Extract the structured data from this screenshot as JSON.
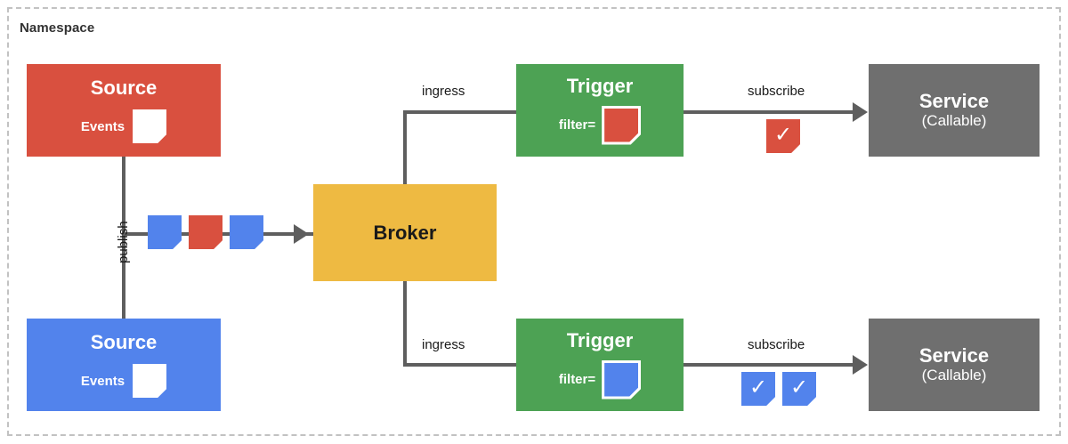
{
  "namespace": {
    "label": "Namespace"
  },
  "colors": {
    "red": "#d9503f",
    "blue": "#5283ec",
    "green": "#4da254",
    "yellow": "#eeba42",
    "gray": "#6f6f6f",
    "line": "#5e5e5e",
    "dashed_border": "#c2c2c2",
    "background": "#ffffff"
  },
  "nodes": {
    "source_red": {
      "title": "Source",
      "events_label": "Events",
      "event_glyph": "event-document-white"
    },
    "source_blue": {
      "title": "Source",
      "events_label": "Events",
      "event_glyph": "event-document-white"
    },
    "broker": {
      "title": "Broker"
    },
    "trigger_top": {
      "title": "Trigger",
      "filter_label": "filter=",
      "filter_glyph": "event-document-red"
    },
    "trigger_bottom": {
      "title": "Trigger",
      "filter_label": "filter=",
      "filter_glyph": "event-document-blue"
    },
    "service_top": {
      "title": "Service",
      "subtitle": "(Callable)"
    },
    "service_bottom": {
      "title": "Service",
      "subtitle": "(Callable)"
    }
  },
  "edges": {
    "publish": {
      "label": "publish"
    },
    "ingress_top": {
      "label": "ingress"
    },
    "ingress_bottom": {
      "label": "ingress"
    },
    "subscribe_top": {
      "label": "subscribe"
    },
    "subscribe_bottom": {
      "label": "subscribe"
    }
  },
  "stream": {
    "events": [
      {
        "glyph": "event-document-blue",
        "color": "#5283ec"
      },
      {
        "glyph": "event-document-red",
        "color": "#d9503f"
      },
      {
        "glyph": "event-document-blue",
        "color": "#5283ec"
      }
    ]
  },
  "delivered": {
    "top": [
      {
        "glyph": "event-document-red-check",
        "color": "#d9503f",
        "check": "✓"
      }
    ],
    "bottom": [
      {
        "glyph": "event-document-blue-check",
        "color": "#5283ec",
        "check": "✓"
      },
      {
        "glyph": "event-document-blue-check",
        "color": "#5283ec",
        "check": "✓"
      }
    ]
  }
}
